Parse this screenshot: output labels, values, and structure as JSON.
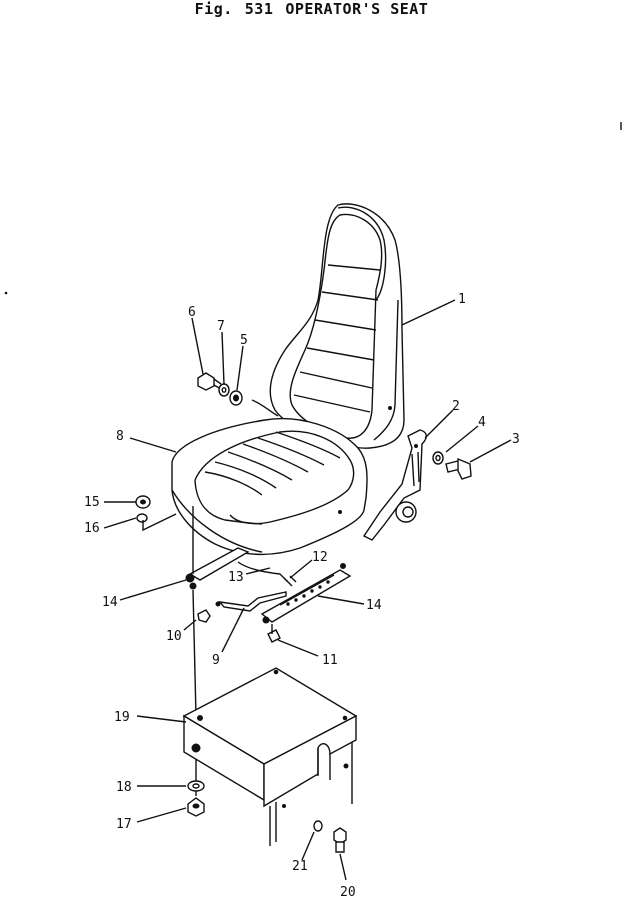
{
  "figure": {
    "fig_label": "Fig.",
    "fig_number": "531",
    "title": "OPERATOR'S SEAT"
  },
  "callouts": [
    {
      "id": "c1",
      "label": "1"
    },
    {
      "id": "c2",
      "label": "2"
    },
    {
      "id": "c3",
      "label": "3"
    },
    {
      "id": "c4",
      "label": "4"
    },
    {
      "id": "c5",
      "label": "5"
    },
    {
      "id": "c6",
      "label": "6"
    },
    {
      "id": "c7",
      "label": "7"
    },
    {
      "id": "c8",
      "label": "8"
    },
    {
      "id": "c9",
      "label": "9"
    },
    {
      "id": "c10",
      "label": "10"
    },
    {
      "id": "c11",
      "label": "11"
    },
    {
      "id": "c12",
      "label": "12"
    },
    {
      "id": "c13",
      "label": "13"
    },
    {
      "id": "c14a",
      "label": "14"
    },
    {
      "id": "c14b",
      "label": "14"
    },
    {
      "id": "c15",
      "label": "15"
    },
    {
      "id": "c16",
      "label": "16"
    },
    {
      "id": "c17",
      "label": "17"
    },
    {
      "id": "c18",
      "label": "18"
    },
    {
      "id": "c19",
      "label": "19"
    },
    {
      "id": "c20",
      "label": "20"
    },
    {
      "id": "c21",
      "label": "21"
    }
  ]
}
